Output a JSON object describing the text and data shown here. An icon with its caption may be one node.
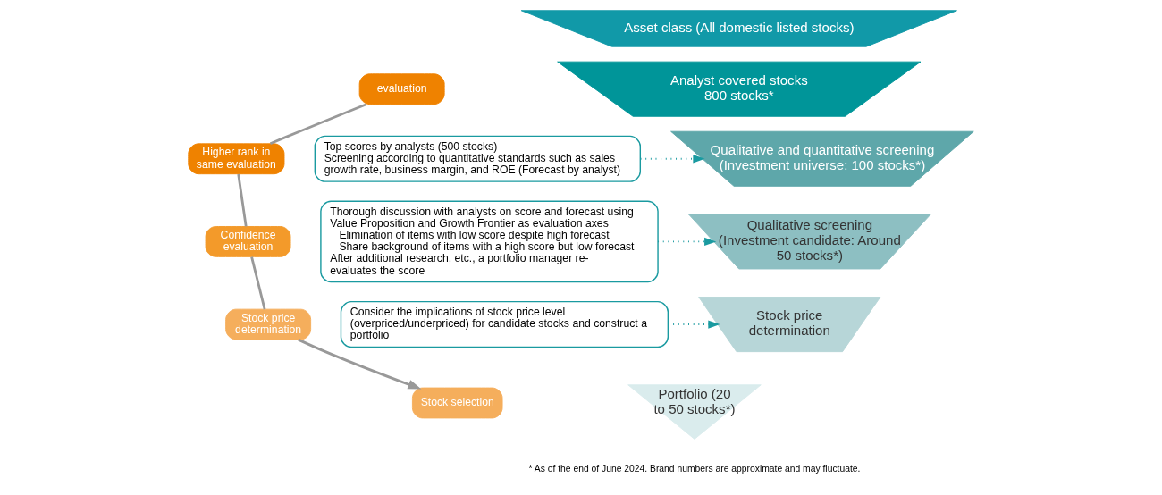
{
  "diagram": {
    "nodes": [
      {
        "text": [
          "Asset class (All domestic listed stocks)"
        ]
      },
      {
        "text": [
          "Analyst covered stocks 800 stocks*"
        ]
      },
      {
        "text": [
          "Qualitative and quantitative screening (Investment universe: 100 stocks*)"
        ]
      },
      {
        "text": [
          "Qualitative screening (Investment candidate: Around 50 stocks*)"
        ]
      },
      {
        "text": [
          "Stock price determination"
        ]
      },
      {
        "text": [
          "Portfolio (20 to 50 stocks*)"
        ]
      },
      {
        "text": [
          "evaluation"
        ]
      },
      {
        "text": [
          "Higher rank in same evaluation"
        ]
      },
      {
        "text": [
          "Confidence evaluation"
        ]
      },
      {
        "text": [
          "Stock price determination"
        ]
      },
      {
        "text": [
          "Stock selection"
        ]
      },
      {
        "text": [
          "Top scores by analysts (500 stocks)",
          "Screening according to quantitative standards such as sales growth rate, business margin, and ROE (Forecast by analyst)"
        ]
      },
      {
        "text": [
          "Thorough discussion with analysts on score and forecast using Value Proposition and Growth Frontier as evaluation axes",
          "Elimination of items with low score despite high forecast",
          "Share background of items with a high score but low forecast",
          "After additional research, etc., a portfolio manager re-evaluates the score"
        ]
      },
      {
        "text": [
          "Consider the implications of stock price level (overpriced/underpriced) for candidate stocks and construct a portfolio"
        ]
      }
    ],
    "edges": [
      {
        "from": 6,
        "to": 7,
        "arrow": "none"
      },
      {
        "from": 7,
        "to": 8,
        "arrow": "none"
      },
      {
        "from": 8,
        "to": 9,
        "arrow": "none"
      },
      {
        "from": 9,
        "to": 10,
        "arrow": "to"
      },
      {
        "from": 11,
        "to": 2,
        "arrow": "to",
        "style": "dashed",
        "color": "#1a9aa0"
      },
      {
        "from": 12,
        "to": 3,
        "arrow": "to",
        "style": "dashed",
        "color": "#1a9aa0"
      },
      {
        "from": 13,
        "to": 4,
        "arrow": "to",
        "style": "dashed",
        "color": "#1a9aa0"
      }
    ],
    "labels": [
      "* As of the end of June 2024. Brand numbers are approximate and may fluctuate."
    ]
  }
}
